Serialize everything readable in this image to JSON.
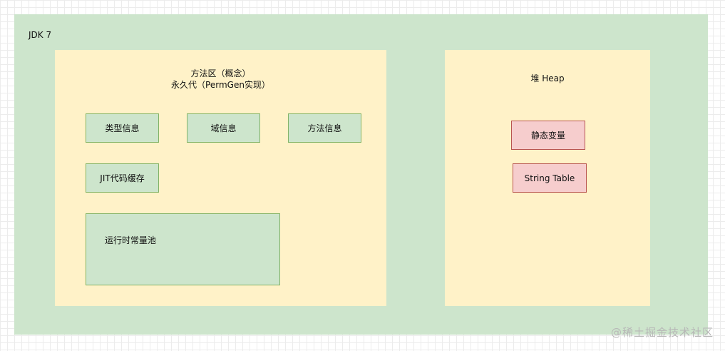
{
  "jdk": {
    "label": "JDK 7"
  },
  "method_area": {
    "title_line1": "方法区（概念）",
    "title_line2": "永久代（PermGen实现）",
    "boxes": [
      {
        "label": "类型信息"
      },
      {
        "label": "域信息"
      },
      {
        "label": "方法信息"
      },
      {
        "label": "JIT代码缓存"
      }
    ],
    "pool": {
      "label": "运行时常量池"
    }
  },
  "heap": {
    "title": "堆 Heap",
    "boxes": [
      {
        "label": "静态变量"
      },
      {
        "label": "String Table"
      }
    ]
  },
  "watermark": "@稀土掘金技术社区",
  "colors": {
    "outer_green": "#cde5cc",
    "area_yellow": "#fff2c8",
    "box_green_border": "#82b366",
    "box_red_fill": "#f6cdcd",
    "box_red_border": "#b85450"
  }
}
